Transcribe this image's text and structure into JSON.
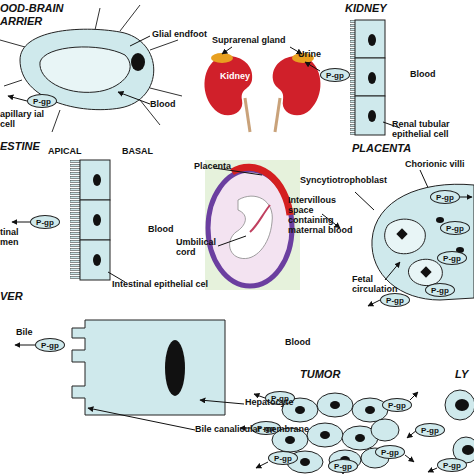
{
  "diagram": {
    "nodes": [
      {
        "text": [
          "P-gp"
        ]
      },
      {
        "text": [
          "P-gp"
        ]
      },
      {
        "text": [
          "P-gp"
        ]
      },
      {
        "text": [
          "P-gp"
        ]
      },
      {
        "text": [
          "P-gp"
        ]
      },
      {
        "text": [
          "P-gp"
        ]
      },
      {
        "text": [
          "P-gp"
        ]
      },
      {
        "text": [
          "P-gp"
        ]
      },
      {
        "text": [
          "P-gp"
        ]
      },
      {
        "text": [
          "P-gp"
        ]
      },
      {
        "text": [
          "P-gp"
        ]
      },
      {
        "text": [
          "P-gp"
        ]
      },
      {
        "text": [
          "P-gp"
        ]
      },
      {
        "text": [
          "P-gp"
        ]
      },
      {
        "text": [
          "P-gp"
        ]
      },
      {
        "text": [
          "P-gp"
        ]
      },
      {
        "text": [
          "P-gp"
        ]
      }
    ],
    "labels": [
      "OOD-BRAIN",
      "ARRIER",
      "Glial endfoot",
      "apillary ial cell",
      "Blood",
      "KIDNEY",
      "Suprarenal gland",
      "Kidney",
      "Urine",
      "Blood",
      "Renal tubular epithelial cell",
      "ESTINE",
      "APICAL",
      "BASAL",
      "tinal men",
      "Blood",
      "Intestinal epithelial cel",
      "PLACENTA",
      "Placenta",
      "Umbilical cord",
      "Intervillous space containing maternal blood",
      "Syncytiotrophoblast",
      "Chorionic villi",
      "Fetal circulation",
      "VER",
      "Bile",
      "Blood",
      "Hepatocyte",
      "Bile canalicular membrane",
      "TUMOR",
      "LY"
    ]
  }
}
